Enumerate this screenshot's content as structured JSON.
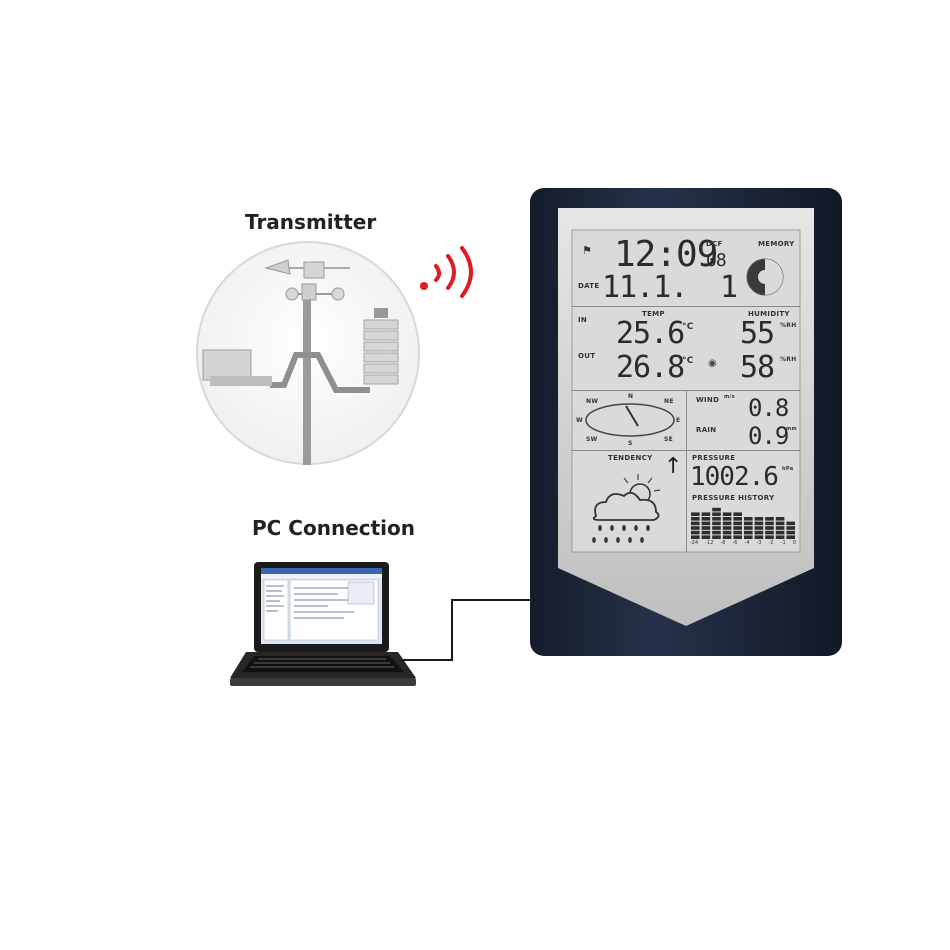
{
  "labels": {
    "transmitter": "Transmitter",
    "pc_connection": "PC Connection"
  },
  "display": {
    "time": "12:09",
    "seconds": "08",
    "dcf": "DCF",
    "memory": "MEMORY",
    "date_label": "DATE",
    "date": "11.1.",
    "weekday": "1",
    "in_label": "IN",
    "out_label": "OUT",
    "temp_label": "TEMP",
    "humidity_label": "HUMIDITY",
    "temp_in": "25.6",
    "temp_out": "26.8",
    "temp_unit": "°C",
    "humidity_in": "55",
    "humidity_out": "58",
    "humidity_unit": "%RH",
    "wind_label": "WIND",
    "rain_label": "RAIN",
    "wind_value": "0.8",
    "rain_value": "0.9",
    "wind_unit": "m/s",
    "rain_unit": "mm",
    "compass": [
      "NW",
      "N",
      "NE",
      "W",
      "E",
      "SW",
      "S",
      "SE"
    ],
    "tendency_label": "TENDENCY",
    "pressure_label": "PRESSURE",
    "pressure_value": "1002.6",
    "pressure_unit": "hPa",
    "pressure_history_label": "PRESSURE HISTORY",
    "history_hours": [
      "-24",
      "-12",
      "-8",
      "-6",
      "-4",
      "-3",
      "-2",
      "-1",
      "0"
    ],
    "history_levels": [
      0.85,
      0.9,
      0.95,
      0.8,
      0.85,
      0.75,
      0.7,
      0.65,
      0.7,
      0.6
    ]
  },
  "colors": {
    "device_body": "#1f2a3d",
    "lcd_bg": "#d9dbd8",
    "signal_waves": "#e01b24",
    "cable": "#1a1a1a"
  },
  "icons": [
    "signal-waves-icon",
    "weather-vane-icon",
    "sun-cloud-rain-icon",
    "laptop-icon",
    "up-arrow-icon",
    "moon-phase-icon",
    "antenna-icon"
  ]
}
